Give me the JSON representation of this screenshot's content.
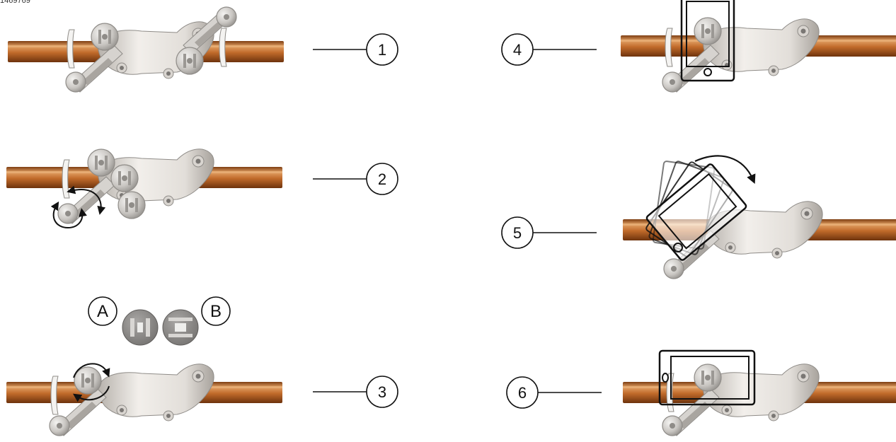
{
  "document_id": "1469769",
  "steps": [
    {
      "number": "1"
    },
    {
      "number": "2"
    },
    {
      "number": "3"
    },
    {
      "number": "4"
    },
    {
      "number": "5"
    },
    {
      "number": "6"
    }
  ],
  "inserts": {
    "a_label": "A",
    "b_label": "B"
  },
  "colors": {
    "rod_main": "#c06a2a",
    "rod_light": "#e2a064",
    "rod_dark": "#7d3d12",
    "metal_light": "#eceae7",
    "metal_mid": "#c9c6c2",
    "metal_dark": "#8f8c88",
    "outline": "#111111"
  }
}
